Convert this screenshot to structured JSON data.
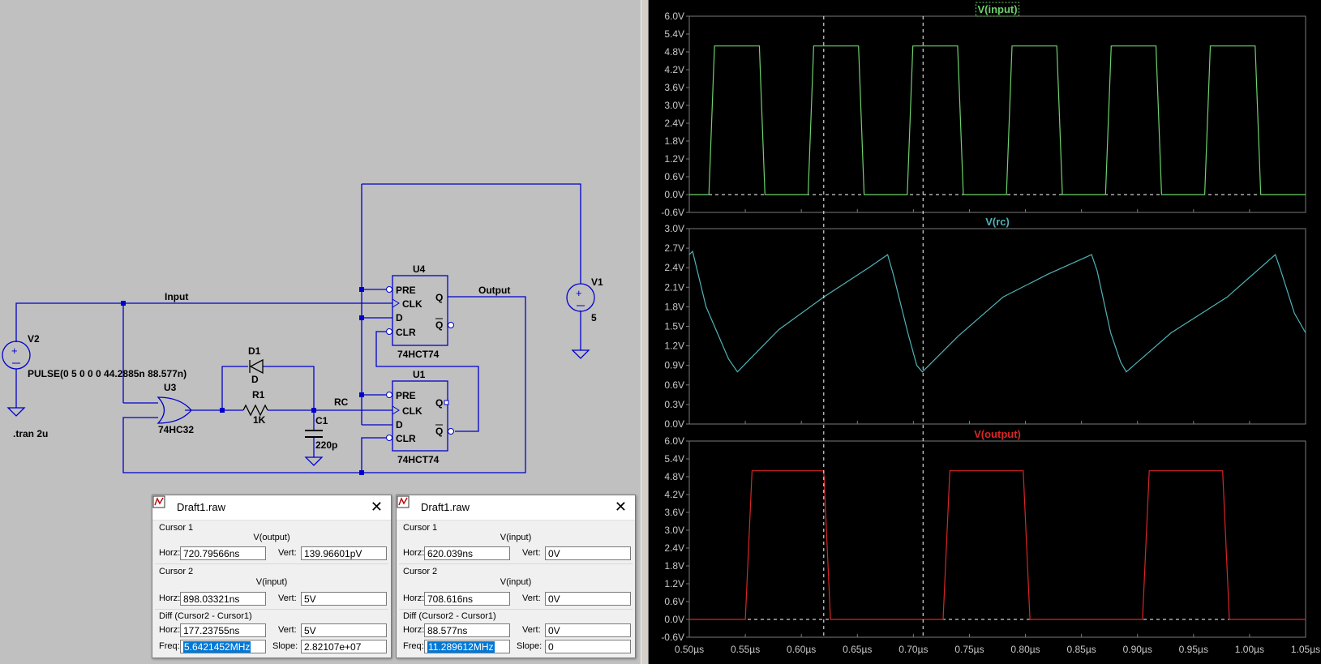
{
  "schematic": {
    "net_labels": {
      "input": "Input",
      "output": "Output",
      "rc": "RC"
    },
    "v1": {
      "name": "V1",
      "value": "5"
    },
    "v2": {
      "name": "V2",
      "value": "PULSE(0 5 0 0 0 44.2885n 88.577n)"
    },
    "u3": {
      "name": "U3",
      "model": "74HC32"
    },
    "r1": {
      "name": "R1",
      "value": "1K"
    },
    "c1": {
      "name": "C1",
      "value": "220p"
    },
    "d1": {
      "name": "D1",
      "model": "D"
    },
    "u4": {
      "name": "U4",
      "model": "74HCT74"
    },
    "u1": {
      "name": "U1",
      "model": "74HCT74"
    },
    "pins": {
      "pre": "PRE",
      "clk": "CLK",
      "d": "D",
      "clr": "CLR",
      "q": "Q"
    },
    "directive": ".tran 2u"
  },
  "colors": {
    "schematic_wire": "#0000cc",
    "input_trace": "#6dd26d",
    "rc_trace": "#4fb3b8",
    "output_trace": "#d82626",
    "grid": "#7a7a7a",
    "axis_text": "#c8c8c8"
  },
  "plots": [
    {
      "title": "V(input)",
      "color": "#6dd26d",
      "ymin": -0.6,
      "ymax": 6.0,
      "ticks": [
        "6.0V",
        "5.4V",
        "4.8V",
        "4.2V",
        "3.6V",
        "3.0V",
        "2.4V",
        "1.8V",
        "1.2V",
        "0.6V",
        "0.0V",
        "-0.6V"
      ]
    },
    {
      "title": "V(rc)",
      "color": "#4fb3b8",
      "ymin": 0.0,
      "ymax": 3.0,
      "ticks": [
        "3.0V",
        "2.7V",
        "2.4V",
        "2.1V",
        "1.8V",
        "1.5V",
        "1.2V",
        "0.9V",
        "0.6V",
        "0.3V",
        "0.0V"
      ]
    },
    {
      "title": "V(output)",
      "color": "#d82626",
      "ymin": -0.6,
      "ymax": 6.0,
      "ticks": [
        "6.0V",
        "5.4V",
        "4.8V",
        "4.2V",
        "3.6V",
        "3.0V",
        "2.4V",
        "1.8V",
        "1.2V",
        "0.6V",
        "0.0V",
        "-0.6V"
      ]
    }
  ],
  "x_ticks": [
    "0.50µs",
    "0.55µs",
    "0.60µs",
    "0.65µs",
    "0.70µs",
    "0.75µs",
    "0.80µs",
    "0.85µs",
    "0.90µs",
    "0.95µs",
    "1.00µs",
    "1.05µs"
  ],
  "cursor_lines_us": [
    0.62,
    0.7086
  ],
  "chart_data": [
    {
      "type": "line",
      "title": "V(input)",
      "ylim": [
        -0.6,
        6.0
      ],
      "xlim": [
        0.5,
        1.05
      ],
      "series": [
        {
          "name": "V(input)",
          "x": [
            0.5,
            0.5175,
            0.5225,
            0.5625,
            0.5675,
            0.606,
            0.611,
            0.651,
            0.656,
            0.6945,
            0.6995,
            0.7395,
            0.7445,
            0.783,
            0.788,
            0.828,
            0.833,
            0.8715,
            0.8765,
            0.9165,
            0.9215,
            0.96,
            0.965,
            1.005,
            1.01,
            1.05
          ],
          "y": [
            0,
            0,
            5,
            5,
            0,
            0,
            5,
            5,
            0,
            0,
            5,
            5,
            0,
            0,
            5,
            5,
            0,
            0,
            5,
            5,
            0,
            0,
            5,
            5,
            0,
            0
          ]
        }
      ]
    },
    {
      "type": "line",
      "title": "V(rc)",
      "ylim": [
        0,
        3.0
      ],
      "xlim": [
        0.5,
        1.05
      ],
      "series": [
        {
          "name": "V(rc)",
          "x": [
            0.5,
            0.503,
            0.515,
            0.535,
            0.543,
            0.58,
            0.62,
            0.66,
            0.677,
            0.682,
            0.695,
            0.703,
            0.708,
            0.74,
            0.78,
            0.82,
            0.859,
            0.864,
            0.876,
            0.885,
            0.89,
            0.93,
            0.98,
            1.023,
            1.028,
            1.04,
            1.05
          ],
          "y": [
            2.6,
            2.65,
            1.8,
            1.0,
            0.8,
            1.45,
            1.95,
            2.4,
            2.6,
            2.3,
            1.4,
            0.9,
            0.8,
            1.35,
            1.95,
            2.3,
            2.6,
            2.35,
            1.4,
            0.95,
            0.8,
            1.4,
            1.95,
            2.6,
            2.35,
            1.7,
            1.4
          ]
        }
      ]
    },
    {
      "type": "line",
      "title": "V(output)",
      "ylim": [
        -0.6,
        6.0
      ],
      "xlim": [
        0.5,
        1.05
      ],
      "series": [
        {
          "name": "V(output)",
          "x": [
            0.5,
            0.55,
            0.556,
            0.62,
            0.626,
            0.7265,
            0.7325,
            0.798,
            0.804,
            0.9045,
            0.9105,
            0.976,
            0.982,
            1.05
          ],
          "y": [
            0,
            0,
            5,
            5,
            0,
            0,
            5,
            5,
            0,
            0,
            5,
            5,
            0,
            0
          ]
        }
      ]
    }
  ],
  "cursor_windows": [
    {
      "title": "Draft1.raw",
      "cursor1_label": "Cursor 1",
      "cursor1_trace": "V(output)",
      "cursor1_horz": "720.79566ns",
      "cursor1_vert": "139.96601pV",
      "cursor2_label": "Cursor 2",
      "cursor2_trace": "V(input)",
      "cursor2_horz": "898.03321ns",
      "cursor2_vert": "5V",
      "diff_label": "Diff (Cursor2 - Cursor1)",
      "diff_horz": "177.23755ns",
      "diff_vert": "5V",
      "freq": "5.6421452MHz",
      "slope": "2.82107e+07",
      "horz_label": "Horz:",
      "vert_label": "Vert:",
      "freq_label": "Freq:",
      "slope_label": "Slope:"
    },
    {
      "title": "Draft1.raw",
      "cursor1_label": "Cursor 1",
      "cursor1_trace": "V(input)",
      "cursor1_horz": "620.039ns",
      "cursor1_vert": "0V",
      "cursor2_label": "Cursor 2",
      "cursor2_trace": "V(input)",
      "cursor2_horz": "708.616ns",
      "cursor2_vert": "0V",
      "diff_label": "Diff (Cursor2 - Cursor1)",
      "diff_horz": "88.577ns",
      "diff_vert": "0V",
      "freq": "11.289612MHz",
      "slope": "0",
      "horz_label": "Horz:",
      "vert_label": "Vert:",
      "freq_label": "Freq:",
      "slope_label": "Slope:"
    }
  ]
}
